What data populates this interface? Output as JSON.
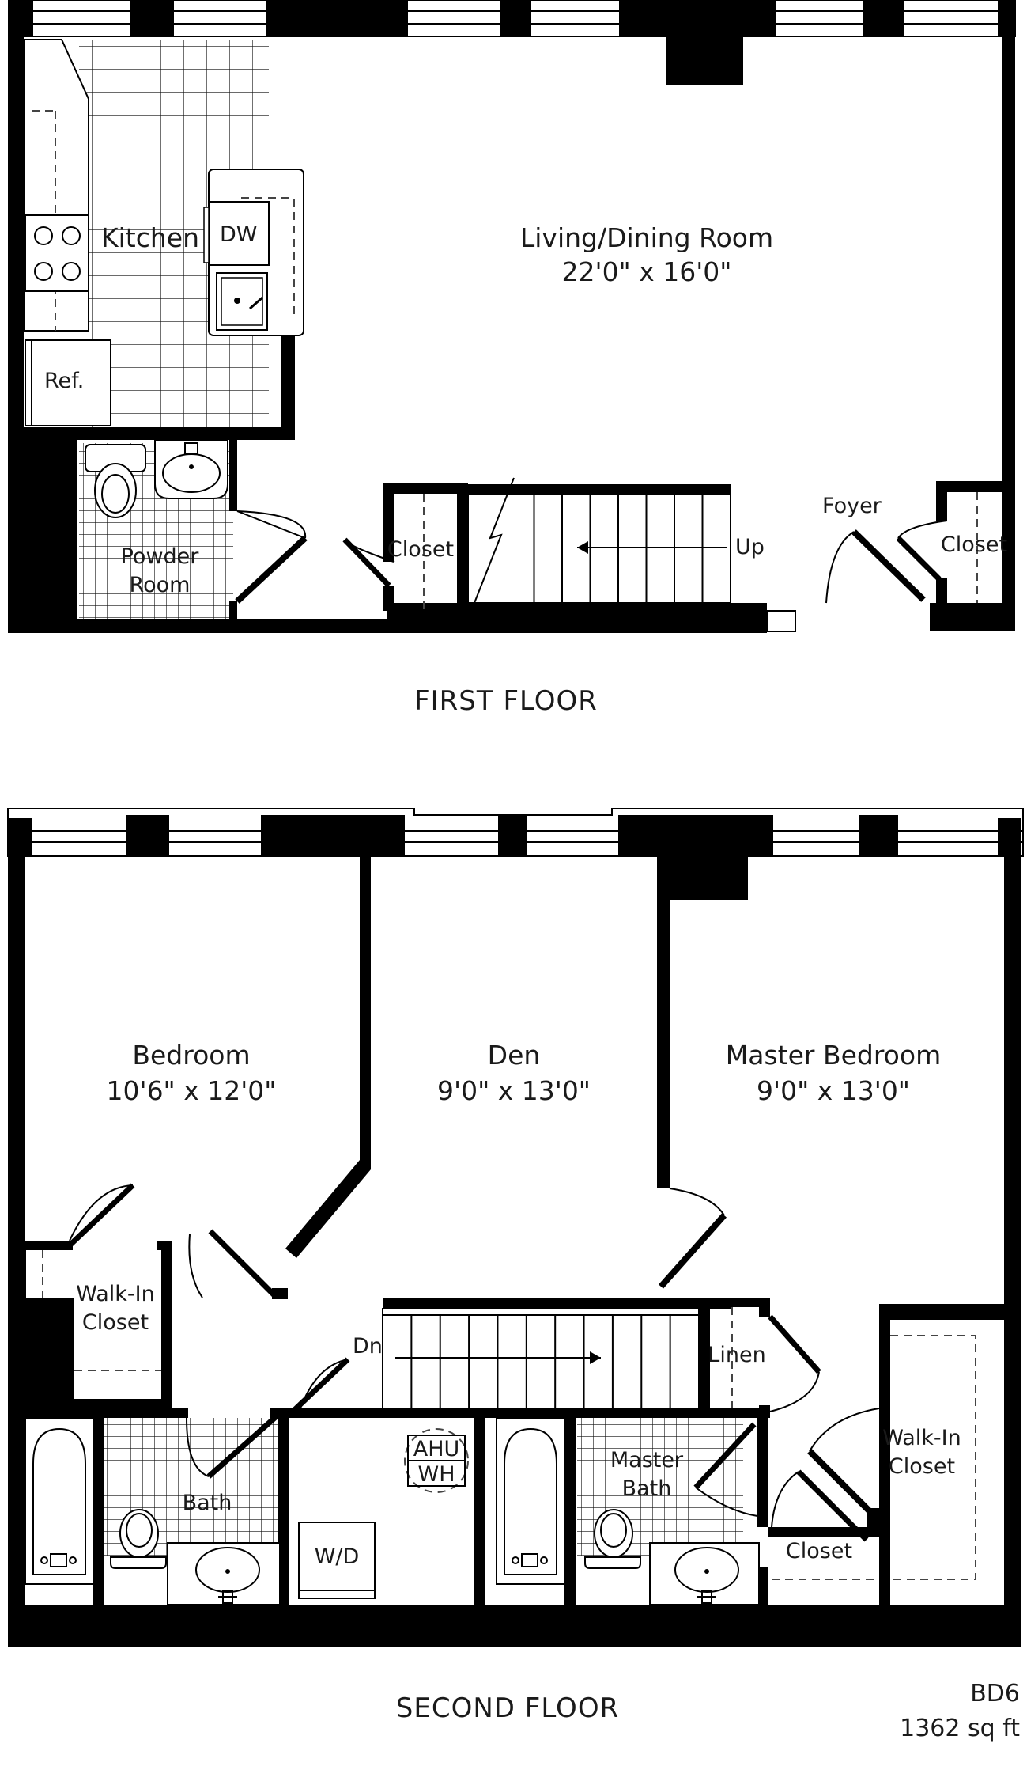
{
  "first_floor": {
    "heading": "FIRST FLOOR",
    "living": {
      "name": "Living/Dining Room",
      "dims": "22'0\" x 16'0\""
    },
    "kitchen": "Kitchen",
    "dw": "DW",
    "ref": "Ref.",
    "powder": [
      "Powder",
      "Room"
    ],
    "closet_left": "Closet",
    "closet_right": "Closet",
    "up": "Up",
    "foyer": "Foyer"
  },
  "second_floor": {
    "heading": "SECOND FLOOR",
    "bedroom": {
      "name": "Bedroom",
      "dims": "10'6\" x 12'0\""
    },
    "den": {
      "name": "Den",
      "dims": "9'0\" x 13'0\""
    },
    "master": {
      "name": "Master Bedroom",
      "dims": "9'0\" x 13'0\""
    },
    "walkin_left": [
      "Walk-In",
      "Closet"
    ],
    "walkin_right": [
      "Walk-In",
      "Closet"
    ],
    "linen": "Linen",
    "dn": "Dn",
    "ahu": "AHU",
    "wh": "WH",
    "wd": "W/D",
    "bath": "Bath",
    "master_bath": [
      "Master",
      "Bath"
    ],
    "closet": "Closet"
  },
  "unit": {
    "code": "BD6",
    "area": "1362 sq ft"
  }
}
